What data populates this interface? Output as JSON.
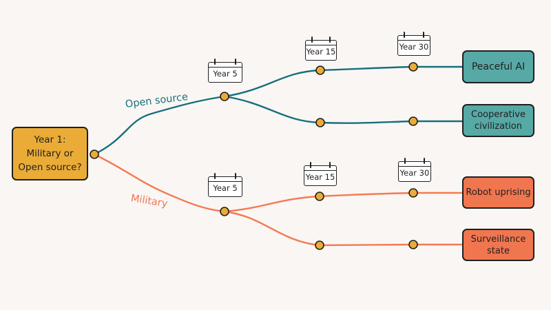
{
  "start": {
    "lines": [
      "Year 1:",
      "Military or",
      "Open source?"
    ]
  },
  "branches": {
    "open_source": "Open source",
    "military": "Military"
  },
  "milestones": {
    "year5": "Year 5",
    "year15": "Year 15",
    "year30": "Year 30"
  },
  "outcomes": {
    "peaceful_ai": [
      "Peaceful AI"
    ],
    "cooperative_civilization": [
      "Cooperative",
      "civilization"
    ],
    "robot_uprising": [
      "Robot uprising"
    ],
    "surveillance_state": [
      "Surveillance",
      "state"
    ]
  },
  "colors": {
    "open_source_line": "#15707a",
    "military_line": "#f37a52",
    "node_fill": "#eaac37",
    "start_fill": "#eaac37",
    "open_outcome_fill": "#57a9a6",
    "military_outcome_fill": "#f07650",
    "background": "#faf6f4"
  }
}
